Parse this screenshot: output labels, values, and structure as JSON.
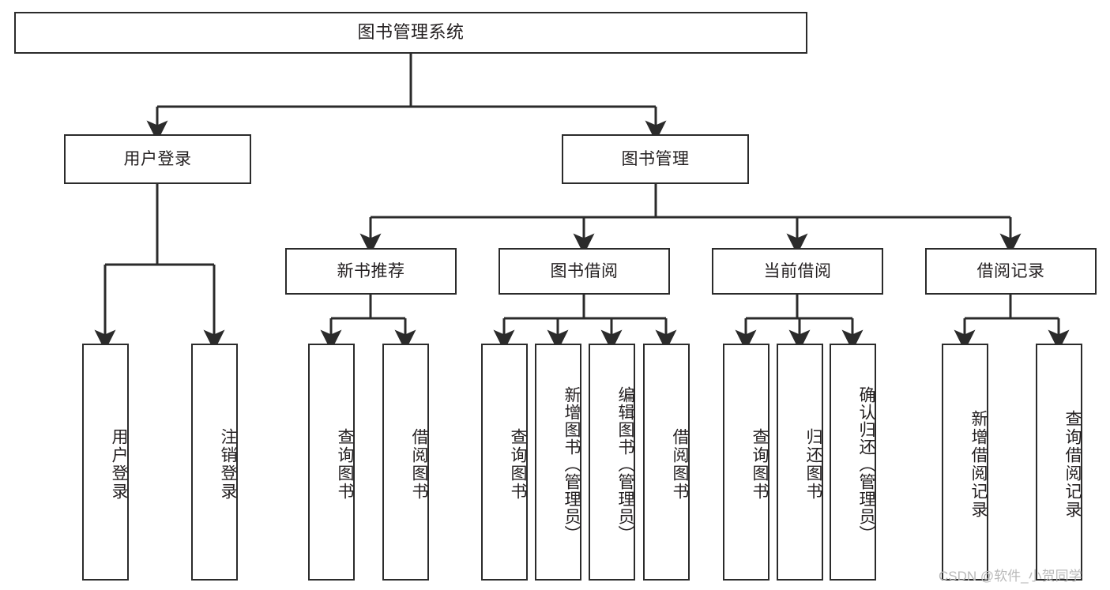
{
  "diagram": {
    "type": "tree-hierarchy-chart",
    "title": "图书管理系统",
    "line_color": "#2b2b2b",
    "box_fill": "#ffffff",
    "text_color": "#231f20",
    "root": {
      "label": "图书管理系统"
    },
    "level1": [
      {
        "label": "用户登录"
      },
      {
        "label": "图书管理"
      }
    ],
    "level2": [
      {
        "label": "新书推荐"
      },
      {
        "label": "图书借阅"
      },
      {
        "label": "当前借阅"
      },
      {
        "label": "借阅记录"
      }
    ],
    "leaves": {
      "user_login": [
        {
          "label": "用户登录"
        },
        {
          "label": "注销登录"
        }
      ],
      "new_book_recommend": [
        {
          "label": "查询图书"
        },
        {
          "label": "借阅图书"
        }
      ],
      "book_borrow": [
        {
          "label": "查询图书"
        },
        {
          "label": "新增图书（管理员）"
        },
        {
          "label": "编辑图书（管理员）"
        },
        {
          "label": "借阅图书"
        }
      ],
      "current_borrow": [
        {
          "label": "查询图书"
        },
        {
          "label": "归还图书"
        },
        {
          "label": "确认归还（管理员）"
        }
      ],
      "borrow_record": [
        {
          "label": "新增借阅记录"
        },
        {
          "label": "查询借阅记录"
        }
      ]
    }
  },
  "watermark": {
    "text": "CSDN @软件_小贺同学",
    "color": "#b9b9b9"
  }
}
